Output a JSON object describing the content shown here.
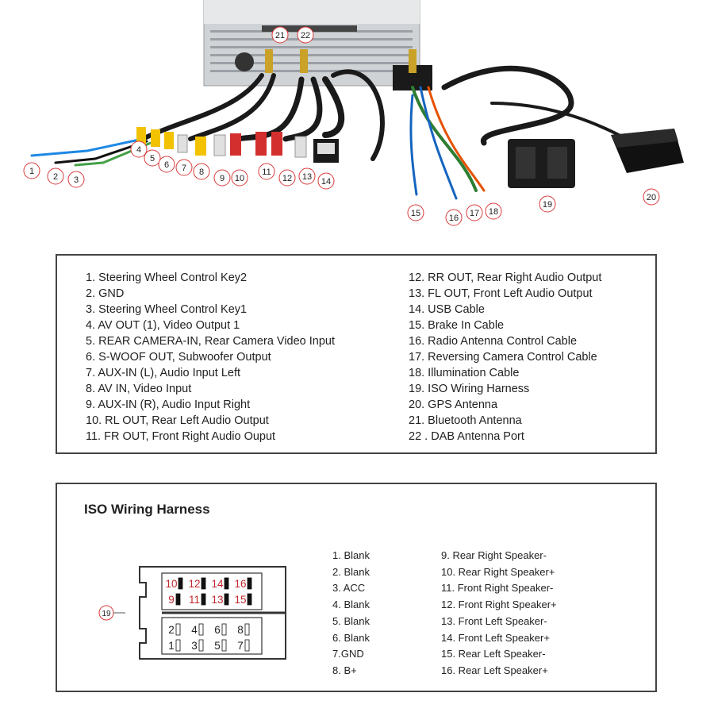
{
  "callouts": [
    "1",
    "2",
    "3",
    "4",
    "5",
    "6",
    "7",
    "8",
    "9",
    "10",
    "11",
    "12",
    "13",
    "14",
    "15",
    "16",
    "17",
    "18",
    "19",
    "20",
    "21",
    "22"
  ],
  "legend": {
    "left": [
      "1. Steering Wheel Control Key2",
      "2. GND",
      "3. Steering Wheel Control Key1",
      "4. AV OUT (1), Video Output 1",
      "5. REAR CAMERA-IN, Rear Camera Video Input",
      "6. S-WOOF OUT, Subwoofer Output",
      "7. AUX-IN (L), Audio Input Left",
      "8. AV IN, Video Input",
      "9. AUX-IN (R), Audio Input Right",
      "10. RL OUT, Rear Left Audio Output",
      "11. FR OUT, Front Right Audio Ouput"
    ],
    "right": [
      "12. RR OUT, Rear Right Audio Output",
      "13. FL OUT, Front Left Audio Output",
      "14. USB Cable",
      "15. Brake In Cable",
      "16. Radio Antenna Control Cable",
      "17. Reversing Camera Control Cable",
      "18. Illumination Cable",
      "19. ISO Wiring Harness",
      "20. GPS Antenna",
      "21.  Bluetooth Antenna",
      "22 . DAB Antenna Port"
    ]
  },
  "iso": {
    "title": "ISO Wiring Harness",
    "callout": "19",
    "pins_top_row1": [
      "10",
      "12",
      "14",
      "16"
    ],
    "pins_top_row2": [
      "9",
      "11",
      "13",
      "15"
    ],
    "pins_bottom_row1": [
      "2",
      "4",
      "6",
      "8"
    ],
    "pins_bottom_row2": [
      "1",
      "3",
      "5",
      "7"
    ],
    "list_a": [
      "1. Blank",
      "2. Blank",
      "3. ACC",
      "4. Blank",
      "5. Blank",
      "6. Blank",
      "7.GND",
      "8. B+"
    ],
    "list_b": [
      "9. Rear Right Speaker-",
      "10. Rear Right Speaker+",
      "11. Front Right Speaker-",
      "12. Front Right Speaker+",
      "13. Front Left Speaker-",
      "14. Front Left Speaker+",
      "15. Rear Left Speaker-",
      "16. Rear Left Speaker+"
    ],
    "colors": {
      "top_pins": "#c0282d",
      "bottom_pins": "#222222",
      "callout": "#d93a3a"
    }
  }
}
